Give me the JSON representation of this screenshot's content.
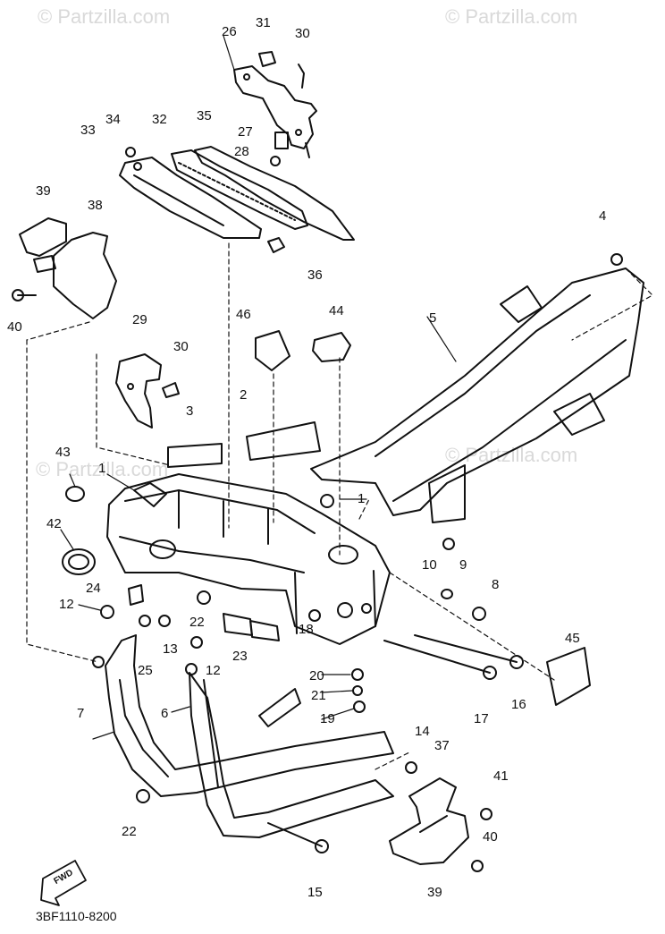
{
  "watermarks": [
    "© Partzilla.com",
    "© Partzilla.com",
    "© Partzilla.com",
    "© Partzilla.com"
  ],
  "diagram_code": "3BF1110-8200",
  "fwd_label": "FWD",
  "callouts": [
    {
      "id": "c31",
      "text": "31"
    },
    {
      "id": "c30a",
      "text": "30"
    },
    {
      "id": "c26",
      "text": "26"
    },
    {
      "id": "c34",
      "text": "34"
    },
    {
      "id": "c32",
      "text": "32"
    },
    {
      "id": "c35",
      "text": "35"
    },
    {
      "id": "c33",
      "text": "33"
    },
    {
      "id": "c27",
      "text": "27"
    },
    {
      "id": "c28",
      "text": "28"
    },
    {
      "id": "c39a",
      "text": "39"
    },
    {
      "id": "c38",
      "text": "38"
    },
    {
      "id": "c4",
      "text": "4"
    },
    {
      "id": "c36",
      "text": "36"
    },
    {
      "id": "c40a",
      "text": "40"
    },
    {
      "id": "c46",
      "text": "46"
    },
    {
      "id": "c44",
      "text": "44"
    },
    {
      "id": "c29",
      "text": "29"
    },
    {
      "id": "c30b",
      "text": "30"
    },
    {
      "id": "c5",
      "text": "5"
    },
    {
      "id": "c2",
      "text": "2"
    },
    {
      "id": "c3",
      "text": "3"
    },
    {
      "id": "c43",
      "text": "43"
    },
    {
      "id": "c1a",
      "text": "1"
    },
    {
      "id": "c1b",
      "text": "1"
    },
    {
      "id": "c42",
      "text": "42"
    },
    {
      "id": "c10",
      "text": "10"
    },
    {
      "id": "c9",
      "text": "9"
    },
    {
      "id": "c8",
      "text": "8"
    },
    {
      "id": "c24",
      "text": "24"
    },
    {
      "id": "c12a",
      "text": "12"
    },
    {
      "id": "c22a",
      "text": "22"
    },
    {
      "id": "c13",
      "text": "13"
    },
    {
      "id": "c23",
      "text": "23"
    },
    {
      "id": "c18",
      "text": "18"
    },
    {
      "id": "c45",
      "text": "45"
    },
    {
      "id": "c25",
      "text": "25"
    },
    {
      "id": "c12b",
      "text": "12"
    },
    {
      "id": "c20",
      "text": "20"
    },
    {
      "id": "c16",
      "text": "16"
    },
    {
      "id": "c7",
      "text": "7"
    },
    {
      "id": "c6",
      "text": "6"
    },
    {
      "id": "c21",
      "text": "21"
    },
    {
      "id": "c19",
      "text": "19"
    },
    {
      "id": "c17",
      "text": "17"
    },
    {
      "id": "c14",
      "text": "14"
    },
    {
      "id": "c37",
      "text": "37"
    },
    {
      "id": "c41",
      "text": "41"
    },
    {
      "id": "c22b",
      "text": "22"
    },
    {
      "id": "c40b",
      "text": "40"
    },
    {
      "id": "c15",
      "text": "15"
    },
    {
      "id": "c39b",
      "text": "39"
    }
  ]
}
